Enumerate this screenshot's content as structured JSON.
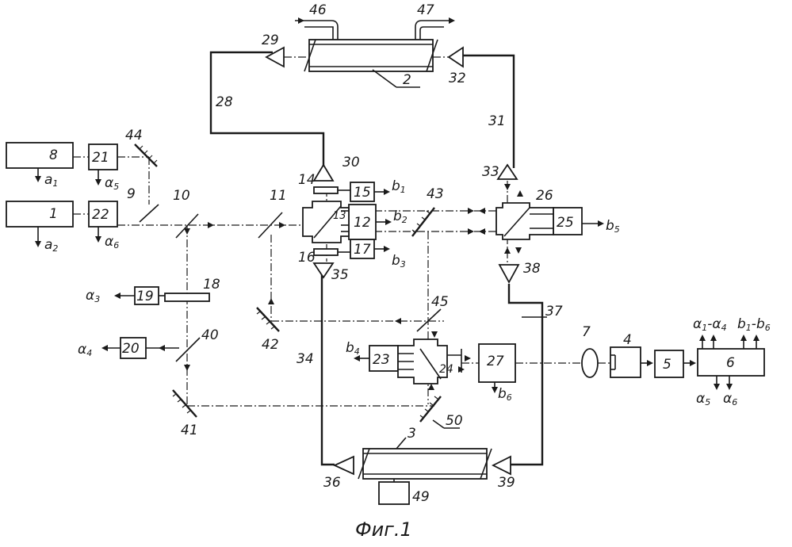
{
  "figure": {
    "caption": "Фиг.1",
    "labels": {
      "n1": "1",
      "n2": "2",
      "n3": "3",
      "n4": "4",
      "n5": "5",
      "n6": "6",
      "n7": "7",
      "n8": "8",
      "n9": "9",
      "n10": "10",
      "n11": "11",
      "n12": "12",
      "n13": "13",
      "n14": "14",
      "n15": "15",
      "n16": "16",
      "n17": "17",
      "n18": "18",
      "n19": "19",
      "n20": "20",
      "n21": "21",
      "n22": "22",
      "n23": "23",
      "n24": "24",
      "n25": "25",
      "n26": "26",
      "n27": "27",
      "n28": "28",
      "n29": "29",
      "n30": "30",
      "n31": "31",
      "n32": "32",
      "n33": "33",
      "n34": "34",
      "n35": "35",
      "n36": "36",
      "n37": "37",
      "n38": "38",
      "n39": "39",
      "n40": "40",
      "n41": "41",
      "n42": "42",
      "n43": "43",
      "n44": "44",
      "n45": "45",
      "n46": "46",
      "n47": "47",
      "n49": "49",
      "n50": "50"
    },
    "signals": {
      "a1": {
        "base": "a",
        "sub": "1"
      },
      "a2": {
        "base": "a",
        "sub": "2"
      },
      "a3": {
        "base": "α",
        "sub": "3"
      },
      "a4": {
        "base": "α",
        "sub": "4"
      },
      "a5": {
        "base": "α",
        "sub": "5"
      },
      "a6": {
        "base": "α",
        "sub": "6"
      },
      "b1": {
        "base": "b",
        "sub": "1"
      },
      "b2": {
        "base": "b",
        "sub": "2"
      },
      "b3": {
        "base": "b",
        "sub": "3"
      },
      "b4": {
        "base": "b",
        "sub": "4"
      },
      "b5": {
        "base": "b",
        "sub": "5"
      },
      "b6": {
        "base": "b",
        "sub": "6"
      },
      "out_a5": {
        "base": "α",
        "sub": "5"
      },
      "out_a6": {
        "base": "α",
        "sub": "6"
      }
    },
    "ranges": {
      "a_range": {
        "base1": "α",
        "sub1": "1",
        "dash": "-",
        "base2": "α",
        "sub2": "4"
      },
      "b_range": {
        "base1": "b",
        "sub1": "1",
        "dash": "-",
        "base2": "b",
        "sub2": "6"
      }
    }
  }
}
